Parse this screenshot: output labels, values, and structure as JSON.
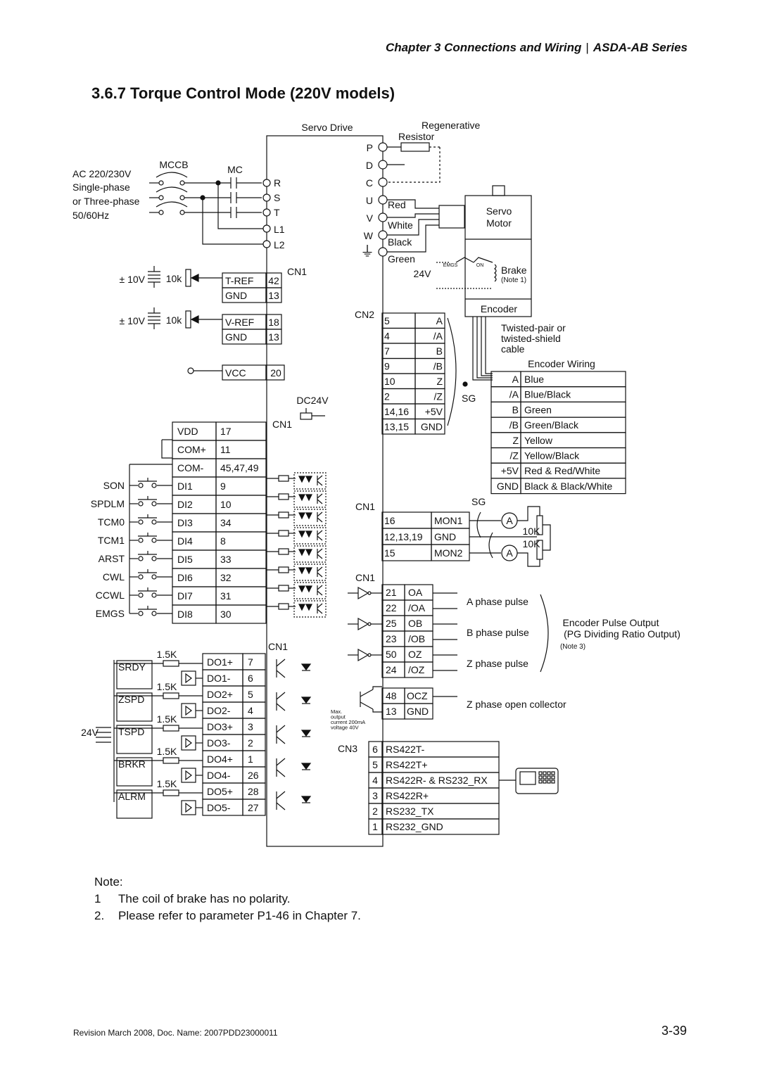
{
  "header": {
    "chapter": "Chapter 3  Connections and Wiring",
    "series": "ASDA-AB Series"
  },
  "section_title": "3.6.7  Torque Control Mode (220V models)",
  "diagram": {
    "servo_drive": "Servo Drive",
    "regen_resistor": [
      "Regenerative",
      "Resistor"
    ],
    "power": {
      "mccb": "MCCB",
      "mc": "MC",
      "supply": [
        "AC 220/230V",
        "Single-phase",
        "or Three-phase",
        "50/60Hz"
      ],
      "terminals": [
        "R",
        "S",
        "T",
        "L1",
        "L2"
      ]
    },
    "motor_terminals": [
      "P",
      "D",
      "C",
      "U",
      "V",
      "W"
    ],
    "motor_wires": [
      "Red",
      "White",
      "Black",
      "Green"
    ],
    "servo_motor": [
      "Servo",
      "Motor"
    ],
    "brake": {
      "label": "Brake",
      "note": "(Note 1)",
      "v24": "24V",
      "emgs": "EMGS",
      "on": "ON"
    },
    "encoder": "Encoder",
    "connectors": {
      "cn1": "CN1",
      "cn2": "CN2",
      "cn3": "CN3",
      "dc24v": "DC24V",
      "sg": "SG"
    },
    "analog_inputs": [
      {
        "supply": "± 10V",
        "pot": "10k",
        "pins": [
          {
            "name": "T-REF",
            "pin": "42"
          },
          {
            "name": "GND",
            "pin": "13"
          }
        ]
      },
      {
        "supply": "± 10V",
        "pot": "10k",
        "pins": [
          {
            "name": "V-REF",
            "pin": "18"
          },
          {
            "name": "GND",
            "pin": "13"
          }
        ]
      }
    ],
    "vcc": {
      "name": "VCC",
      "pin": "20"
    },
    "di_power": [
      {
        "name": "VDD",
        "pin": "17"
      },
      {
        "name": "COM+",
        "pin": "11"
      },
      {
        "name": "COM-",
        "pin": "45,47,49"
      }
    ],
    "digital_inputs": [
      {
        "func": "SON",
        "name": "DI1",
        "pin": "9"
      },
      {
        "func": "SPDLM",
        "name": "DI2",
        "pin": "10"
      },
      {
        "func": "TCM0",
        "name": "DI3",
        "pin": "34"
      },
      {
        "func": "TCM1",
        "name": "DI4",
        "pin": "8"
      },
      {
        "func": "ARST",
        "name": "DI5",
        "pin": "33"
      },
      {
        "func": "CWL",
        "name": "DI6",
        "pin": "32"
      },
      {
        "func": "CCWL",
        "name": "DI7",
        "pin": "31"
      },
      {
        "func": "EMGS",
        "name": "DI8",
        "pin": "30"
      }
    ],
    "digital_outputs": [
      {
        "func": "SRDY",
        "pins": [
          {
            "name": "DO1+",
            "pin": "7"
          },
          {
            "name": "DO1-",
            "pin": "6"
          }
        ]
      },
      {
        "func": "ZSPD",
        "pins": [
          {
            "name": "DO2+",
            "pin": "5"
          },
          {
            "name": "DO2-",
            "pin": "4"
          }
        ]
      },
      {
        "func": "TSPD",
        "pins": [
          {
            "name": "DO3+",
            "pin": "3"
          },
          {
            "name": "DO3-",
            "pin": "2"
          }
        ]
      },
      {
        "func": "BRKR",
        "pins": [
          {
            "name": "DO4+",
            "pin": "1"
          },
          {
            "name": "DO4-",
            "pin": "26"
          }
        ]
      },
      {
        "func": "ALRM",
        "pins": [
          {
            "name": "DO5+",
            "pin": "28"
          },
          {
            "name": "DO5-",
            "pin": "27"
          }
        ]
      }
    ],
    "do_resistor": "1.5K",
    "do_supply": "24V",
    "cn2_pins": [
      {
        "pin": "5",
        "sig": "A"
      },
      {
        "pin": "4",
        "sig": "/A"
      },
      {
        "pin": "7",
        "sig": "B"
      },
      {
        "pin": "9",
        "sig": "/B"
      },
      {
        "pin": "10",
        "sig": "Z"
      },
      {
        "pin": "2",
        "sig": "/Z"
      },
      {
        "pin": "14,16",
        "sig": "+5V"
      },
      {
        "pin": "13,15",
        "sig": "GND"
      }
    ],
    "cable_note": [
      "Twisted-pair or",
      "twisted-shield",
      "cable"
    ],
    "encoder_wiring": {
      "title": "Encoder Wiring",
      "rows": [
        {
          "sig": "A",
          "color": "Blue"
        },
        {
          "sig": "/A",
          "color": "Blue/Black"
        },
        {
          "sig": "B",
          "color": "Green"
        },
        {
          "sig": "/B",
          "color": "Green/Black"
        },
        {
          "sig": "Z",
          "color": "Yellow"
        },
        {
          "sig": "/Z",
          "color": "Yellow/Black"
        },
        {
          "sig": "+5V",
          "color": "Red & Red/White"
        },
        {
          "sig": "GND",
          "color": "Black & Black/White"
        }
      ]
    },
    "monitor": {
      "rows": [
        {
          "pin": "16",
          "sig": "MON1"
        },
        {
          "pin": "12,13,19",
          "sig": "GND"
        },
        {
          "pin": "15",
          "sig": "MON2"
        }
      ],
      "meter": "A",
      "res": "10K"
    },
    "pulse_outputs": {
      "rows": [
        {
          "pin": "21",
          "sig": "OA"
        },
        {
          "pin": "22",
          "sig": "/OA"
        },
        {
          "pin": "25",
          "sig": "OB"
        },
        {
          "pin": "23",
          "sig": "/OB"
        },
        {
          "pin": "50",
          "sig": "OZ"
        },
        {
          "pin": "24",
          "sig": "/OZ"
        }
      ],
      "labels": [
        "A phase pulse",
        "B phase pulse",
        "Z phase pulse"
      ],
      "group": [
        "Encoder Pulse Output",
        "(PG Dividing Ratio Output)",
        "(Note 3)"
      ]
    },
    "open_collector": {
      "rows": [
        {
          "pin": "48",
          "sig": "OCZ"
        },
        {
          "pin": "13",
          "sig": "GND"
        }
      ],
      "label": "Z phase open collector",
      "spec": [
        "Max.",
        "output",
        "current 200mA",
        "voltage 40V"
      ]
    },
    "cn3_pins": [
      {
        "pin": "6",
        "sig": "RS422T-"
      },
      {
        "pin": "5",
        "sig": "RS422T+"
      },
      {
        "pin": "4",
        "sig": "RS422R- & RS232_RX"
      },
      {
        "pin": "3",
        "sig": "RS422R+"
      },
      {
        "pin": "2",
        "sig": "RS232_TX"
      },
      {
        "pin": "1",
        "sig": "RS232_GND"
      }
    ]
  },
  "notes": {
    "title": "Note:",
    "items": [
      {
        "num": "1",
        "text": "The coil of brake has no polarity."
      },
      {
        "num": "2.",
        "text": "Please refer to parameter P1-46 in Chapter 7."
      }
    ]
  },
  "footer": {
    "revision": "Revision March 2008, Doc. Name: 2007PDD23000011",
    "page": "3-39"
  }
}
